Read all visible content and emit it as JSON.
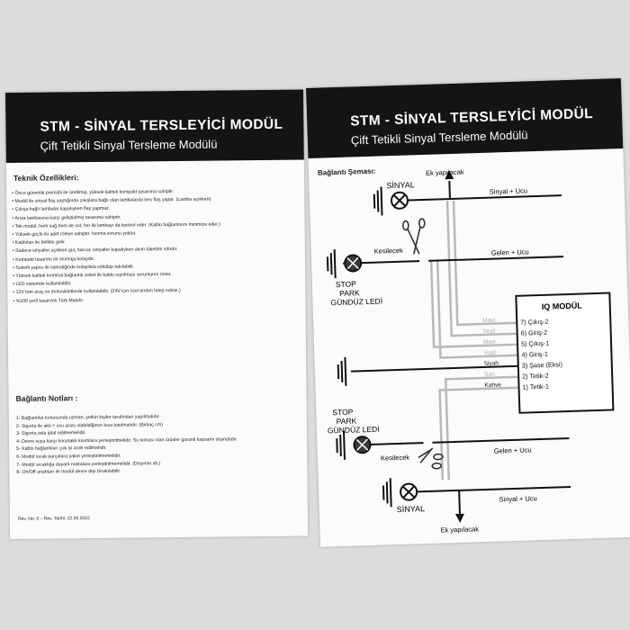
{
  "header": {
    "title": "STM - SİNYAL TERSLEYİCİ MODÜL",
    "subtitle": "Çift Tetikli Sinyal Tersleme Modülü"
  },
  "left_page": {
    "features_heading": "Teknik Özellikleri:",
    "features": [
      "Önce güvenlik prensibi ile üretilmiş, yüksek kaliteli kompakt tasarıma sahiptir.",
      "Modül ile sinyal flaş yaptığında çıkışlara bağlı olan lambalarda ters flaş yapar. (Lamba açıkken)",
      "Çıkışa bağlı lambalar kapalıyken flaş yapmaz.",
      "Arıza lambasına karşı geliştirilmiş tasarıma sahiptir.",
      "Tek modül, hem sağ hem de sol, her iki lambayı da kontrol eder. (Kablo bağlantısını minimize eder.)",
      "Yüksek güçlü iki adet röleye sahiptir. Isınma sorunu yoktur.",
      "Kabloları ile birlikte gelir.",
      "Sadece sinyaller açıkken güç harcar, sinyaller kapalıyken akım tüketimi sıfırdır.",
      "Kompakt tasarımı ile montaja kolaydır.",
      "Soketli yapısı ile istendiğinde kolaylıkla sökülüp takılabilir.",
      "Yüksek kaliteli terminal bağlantılı soket ile kablo sıyrılması sorunlarını önler.",
      "LED sistemde kullanılabilir.",
      "12V tüm araç ve motosikletlerde kullanılabilir. (24V için özel üretim talep ediniz.)",
      "%100 yerli tasarımlı Türk Malıdır."
    ],
    "notes_heading": "Bağlantı Notları :",
    "notes": [
      "1- Bağlantılar konusunda uzman, yetkin kişiler tarafından yapılmalıdır.",
      "2- Sigorta ile akü + ucu arası olabildiğince kısa tutulmalıdır. (Birkaç cm)",
      "3- Sigorta asla iptal edilmemelidir.",
      "4- Devre suya karşı korunaklı kısımlara yerleştirilmelidir. Su teması olan ürünler garanti kapsamı dışındadır.",
      "5- Kablo bağlantıları çok iyi izole edilmelidir.",
      "6- Modül sıcak parçalara yakın yerleştirilmemelidir.",
      "7- Modül sıcaklığa duyarlı noktalara yerleştirilmemelidir. (Döşeme vb.)",
      "8- On/Off anahtarı ile modül devre dışı bırakılabilir."
    ],
    "revision": "Rev. No: 0 – Rev. Tarihi: 22.05.2022"
  },
  "right_page": {
    "diagram_heading": "Bağlantı Şeması:",
    "labels": {
      "ek_top": "Ek yapılacak",
      "sinyal_top": "SİNYAL",
      "sinyal_ucu_top": "Sinyal + Ucu",
      "kesilecek_top": "Kesilecek",
      "gelen_ucu_top": "Gelen + Ucu",
      "stop_top_1": "STOP",
      "stop_top_2": "PARK",
      "stop_top_3": "GÜNDÜZ LEDİ",
      "module_title": "IQ MODÜL",
      "stop_bot_1": "STOP",
      "stop_bot_2": "PARK",
      "stop_bot_3": "GÜNDÜZ LEDİ",
      "kesilecek_bot": "Kesilecek",
      "gelen_ucu_bot": "Gelen + Ucu",
      "sinyal_bot": "SİNYAL",
      "sinyal_ucu_bot": "Sinyal + Ucu",
      "ek_bot": "Ek yapılacak"
    },
    "wire_colors": [
      "Mavi",
      "Yeşil",
      "Mavi",
      "Yeşil",
      "Siyah",
      "Sarı",
      "Kahve"
    ],
    "module_pins": [
      "7) Çıkış-2",
      "6) Giriş-2",
      "5) Çıkış-1",
      "4) Giriş-1",
      "3) Şase (Eksi)",
      "2) Tetik-2",
      "1) Tetik-1"
    ]
  }
}
